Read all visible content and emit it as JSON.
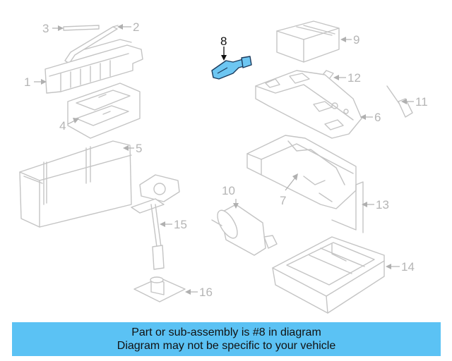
{
  "diagram": {
    "highlighted_callout": "8",
    "callouts": {
      "c1": "1",
      "c2": "2",
      "c3": "3",
      "c4": "4",
      "c5": "5",
      "c6": "6",
      "c7": "7",
      "c8": "8",
      "c9": "9",
      "c10": "10",
      "c11": "11",
      "c12": "12",
      "c13": "13",
      "c14": "14",
      "c15": "15",
      "c16": "16"
    },
    "colors": {
      "highlight_fill": "#6dc6f2",
      "line_art": "#c4c4c4",
      "banner": "#5bc2f4"
    }
  },
  "banner": {
    "line1": "Part or sub-assembly is #8 in diagram",
    "line2": "Diagram may not be specific to your vehicle"
  }
}
